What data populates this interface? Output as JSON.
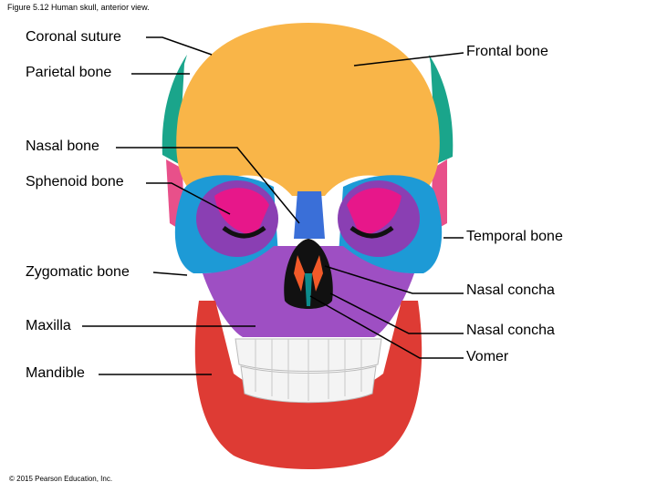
{
  "caption": "Figure 5.12 Human skull, anterior view.",
  "copyright": "© 2015 Pearson Education, Inc.",
  "labels": {
    "coronal_suture": "Coronal suture",
    "parietal_bone": "Parietal bone",
    "nasal_bone": "Nasal bone",
    "sphenoid_bone": "Sphenoid bone",
    "zygomatic_bone": "Zygomatic bone",
    "maxilla": "Maxilla",
    "mandible": "Mandible",
    "frontal_bone": "Frontal bone",
    "temporal_bone": "Temporal bone",
    "nasal_concha_1": "Nasal concha",
    "nasal_concha_2": "Nasal concha",
    "vomer": "Vomer"
  },
  "colors": {
    "frontal": "#f9b548",
    "parietal": "#1aa58b",
    "temporal": "#e8508a",
    "sphenoid": "#e7178a",
    "zygomatic": "#1d9ad6",
    "maxilla": "#9e4fc3",
    "mandible": "#de3b34",
    "nasal": "#3a6fd8",
    "vomer": "#0c8b8c",
    "concha": "#f15a29",
    "teeth": "#f4f4f4"
  }
}
